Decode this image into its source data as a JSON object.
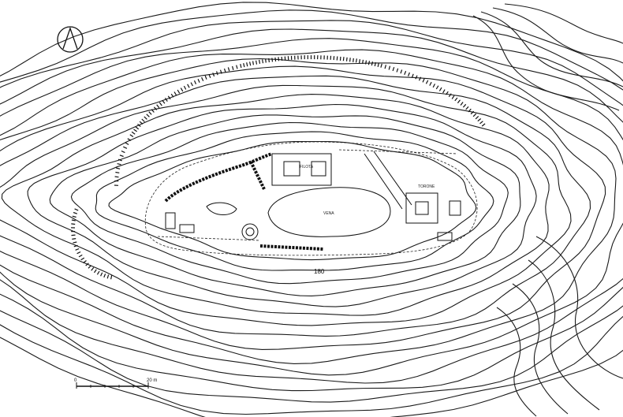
{
  "map": {
    "contour_label": "180",
    "areas": {
      "central_label": "VENA",
      "upper_label": "FILOTA",
      "right_label": "TORONE"
    },
    "scale": {
      "start": "0",
      "end": "20 m"
    },
    "north_arrow": "north-arrow-icon"
  }
}
